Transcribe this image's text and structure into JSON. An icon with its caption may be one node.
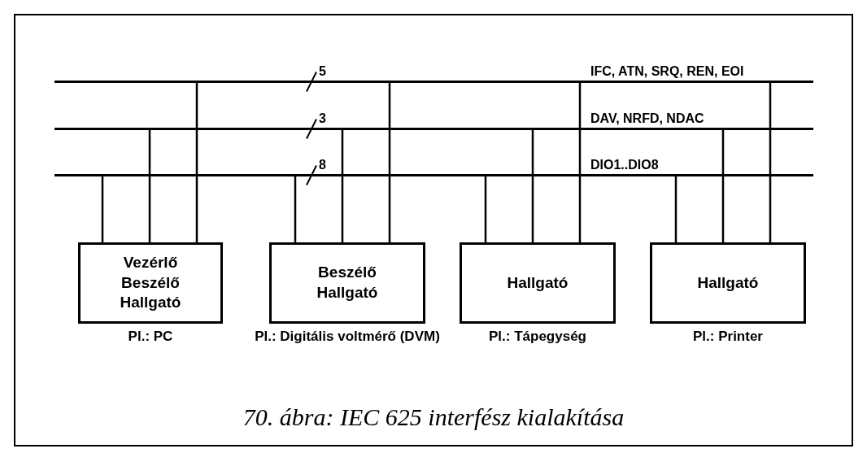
{
  "diagram": {
    "caption": "70. ábra: IEC 625 interfész kialakítása",
    "nodes": [
      {
        "text": [],
        "shape": "bar"
      },
      {
        "text": [],
        "shape": "bar"
      },
      {
        "text": [],
        "shape": "bar"
      },
      {
        "text": [
          "Vezérlő Beszélő Hallgató"
        ],
        "beside": [
          "Pl.: PC"
        ]
      },
      {
        "text": [
          "Beszélő Hallgató"
        ],
        "beside": [
          "Pl.: Digitális voltmérő (DVM)"
        ]
      },
      {
        "text": [
          "Hallgató"
        ],
        "beside": [
          "Pl.: Tápegység"
        ]
      },
      {
        "text": [
          "Hallgató"
        ],
        "beside": [
          "Pl.: Printer"
        ]
      }
    ],
    "edges": [
      {
        "from": 3,
        "to": 2,
        "arrow": "none"
      },
      {
        "from": 3,
        "to": 1,
        "arrow": "none"
      },
      {
        "from": 3,
        "to": 0,
        "arrow": "none"
      },
      {
        "from": 4,
        "to": 2,
        "arrow": "none"
      },
      {
        "from": 4,
        "to": 1,
        "arrow": "none"
      },
      {
        "from": 4,
        "to": 0,
        "arrow": "none"
      },
      {
        "from": 5,
        "to": 2,
        "arrow": "none"
      },
      {
        "from": 5,
        "to": 1,
        "arrow": "none"
      },
      {
        "from": 5,
        "to": 0,
        "arrow": "none"
      },
      {
        "from": 6,
        "to": 2,
        "arrow": "none"
      },
      {
        "from": 6,
        "to": 1,
        "arrow": "none"
      },
      {
        "from": 6,
        "to": 0,
        "arrow": "none"
      }
    ],
    "labels": [
      "5",
      "IFC, ATN, SRQ, REN, EOI",
      "3",
      "DAV, NRFD, NDAC",
      "8",
      "DIO1..DIO8"
    ]
  }
}
